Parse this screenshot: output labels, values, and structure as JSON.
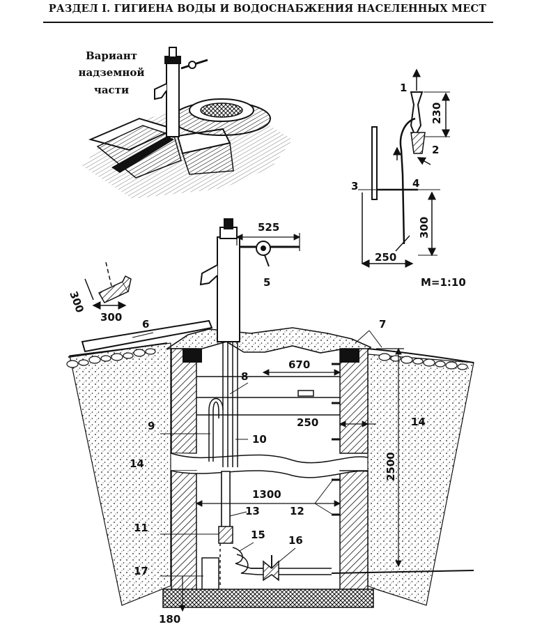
{
  "header": {
    "title": "РАЗДЕЛ I. ГИГИЕНА ВОДЫ И ВОДОСНАБЖЕНИЯ НАСЕЛЕННЫХ МЕСТ"
  },
  "inset_caption": {
    "line1": "Вариант",
    "line2": "надземной",
    "line3": "части"
  },
  "detail": {
    "scale": "M=1:10",
    "dims": {
      "d230": "230",
      "d300": "300",
      "d250": "250"
    },
    "labels": {
      "n1": "1",
      "n2": "2",
      "n3": "3",
      "n4": "4"
    }
  },
  "main": {
    "dims": {
      "d525": "525",
      "d300": "300",
      "d300b": "300",
      "d670": "670",
      "d250": "250",
      "d2500": "2500",
      "d1300": "1300",
      "d180": "180"
    },
    "labels": {
      "n5": "5",
      "n6": "6",
      "n7": "7",
      "n8": "8",
      "n9": "9",
      "n10": "10",
      "n11": "11",
      "n12": "12",
      "n13": "13",
      "n14a": "14",
      "n14b": "14",
      "n15": "15",
      "n16": "16",
      "n17": "17"
    }
  },
  "colors": {
    "ink": "#111111",
    "paper": "#ffffff"
  }
}
